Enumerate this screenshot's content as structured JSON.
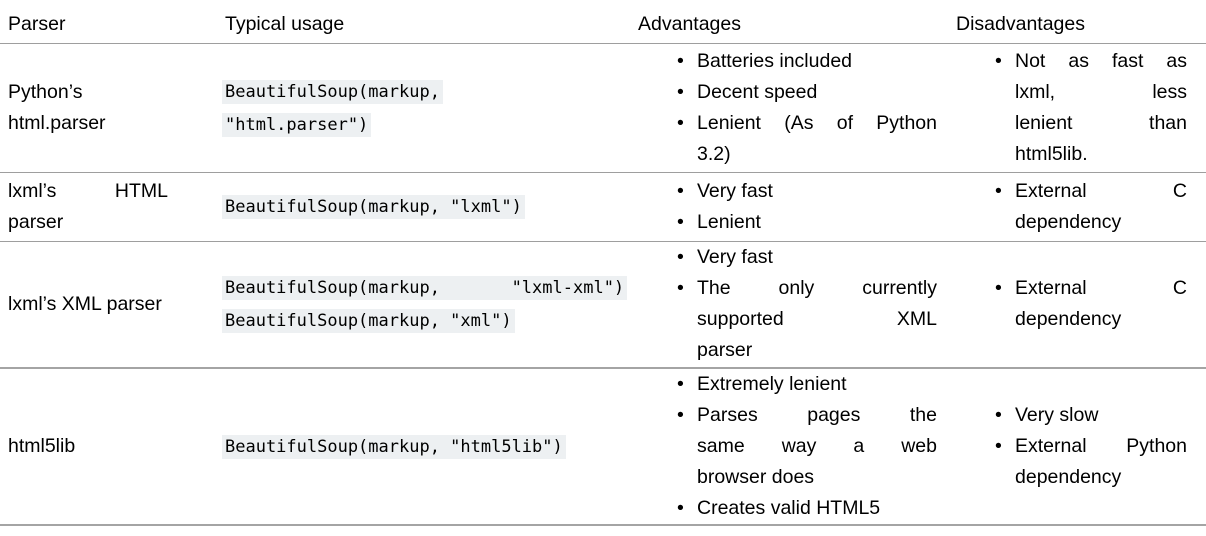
{
  "table": {
    "headers": {
      "parser": "Parser",
      "usage": "Typical usage",
      "advantages": "Advantages",
      "disadvantages": "Disadvantages"
    },
    "rows": [
      {
        "parser_lines": [
          "Python’s",
          "html.parser"
        ],
        "code_lines": [
          "BeautifulSoup(markup,",
          "\"html.parser\")"
        ],
        "advantages": [
          [
            "Batteries included"
          ],
          [
            "Decent speed"
          ],
          [
            "Lenient (As of Python",
            "3.2)"
          ]
        ],
        "disadvantages": [
          [
            "Not as fast as",
            "lxml, less",
            "lenient than",
            "html5lib."
          ]
        ]
      },
      {
        "parser_lines": [
          "lxml’s HTML",
          "parser"
        ],
        "code_lines": [
          "BeautifulSoup(markup, \"lxml\")"
        ],
        "advantages": [
          [
            "Very fast"
          ],
          [
            "Lenient"
          ]
        ],
        "disadvantages": [
          [
            "External C",
            "dependency"
          ]
        ]
      },
      {
        "parser_lines": [
          "lxml’s XML parser"
        ],
        "code_lines": [
          "BeautifulSoup(markup,       \"lxml-xml\")",
          "BeautifulSoup(markup, \"xml\")"
        ],
        "advantages": [
          [
            "Very fast"
          ],
          [
            "The only currently",
            "supported XML",
            "parser"
          ]
        ],
        "disadvantages": [
          [
            "External C",
            "dependency"
          ]
        ]
      },
      {
        "parser_lines": [
          "html5lib"
        ],
        "code_lines": [
          "BeautifulSoup(markup, \"html5lib\")"
        ],
        "advantages": [
          [
            "Extremely lenient"
          ],
          [
            "Parses pages the",
            "same way a web",
            "browser does"
          ],
          [
            "Creates valid HTML5"
          ]
        ],
        "disadvantages": [
          [
            "Very slow"
          ],
          [
            "External Python",
            "dependency"
          ]
        ]
      }
    ]
  },
  "glyphs": {
    "bullet": "•"
  },
  "colors": {
    "code_bg": "#edf0f2",
    "rule_thin": "#9e9e9e",
    "rule_thick": "#a4a4a4"
  }
}
